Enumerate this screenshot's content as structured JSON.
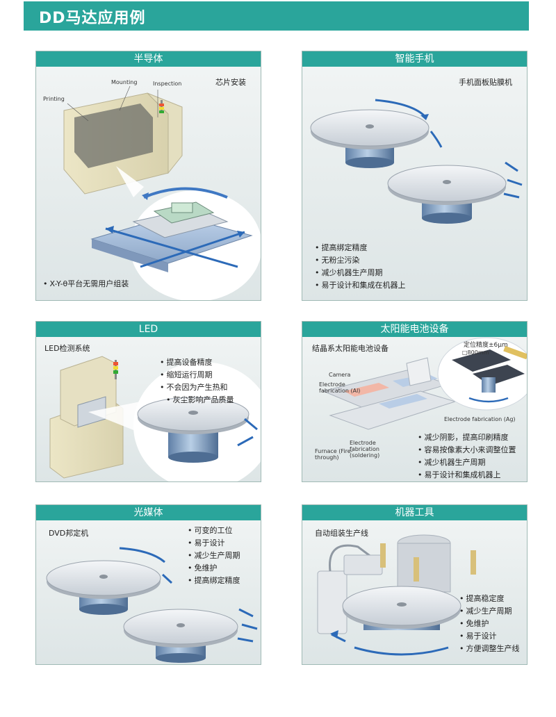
{
  "header": {
    "title": "DD马达应用例"
  },
  "panels": {
    "semiconductor": {
      "title": "半导体",
      "subtitle": "芯片安装",
      "labels": {
        "printing": "Printing",
        "mounting": "Mounting",
        "inspection": "Inspection"
      },
      "bullets": [
        "X-Y-θ平台无需用户组装"
      ]
    },
    "smartphone": {
      "title": "智能手机",
      "subtitle": "手机面板贴膜机",
      "bullets": [
        "提高绑定精度",
        "无粉尘污染",
        "减少机器生产周期",
        "易于设计和集成在机器上"
      ]
    },
    "led": {
      "title": "LED",
      "subtitle": "LED检测系统",
      "bullets": [
        "提高设备精度",
        "缩短运行周期",
        "不会因为产生热和",
        "灰尘影响产品质量"
      ]
    },
    "solar": {
      "title": "太阳能电池设备",
      "subtitle": "结晶系太阳能电池设备",
      "labels": {
        "precision": "定位精度±6μm",
        "size": "□800mm",
        "camera": "Camera",
        "electrode_al": "Electrode fabrication (Al)",
        "electrode_ag": "Electrode fabrication (Ag)",
        "electrode_soldering": "Electrode fabrication (soldering)",
        "furnace": "Furnace (Fire-through)"
      },
      "bullets": [
        "减少阴影，提高印刷精度",
        "容易按像素大小来调整位置",
        "减少机器生产周期",
        "易于设计和集成机器上"
      ]
    },
    "optical": {
      "title": "光媒体",
      "subtitle": "DVD邦定机",
      "bullets": [
        "可变的工位",
        "易于设计",
        "减少生产周期",
        "免维护",
        "提高绑定精度"
      ]
    },
    "tools": {
      "title": "机器工具",
      "subtitle": "自动组装生产线",
      "bullets": [
        "提高稳定度",
        "减少生产周期",
        "免维护",
        "易于设计",
        "方便调整生产线"
      ]
    }
  }
}
